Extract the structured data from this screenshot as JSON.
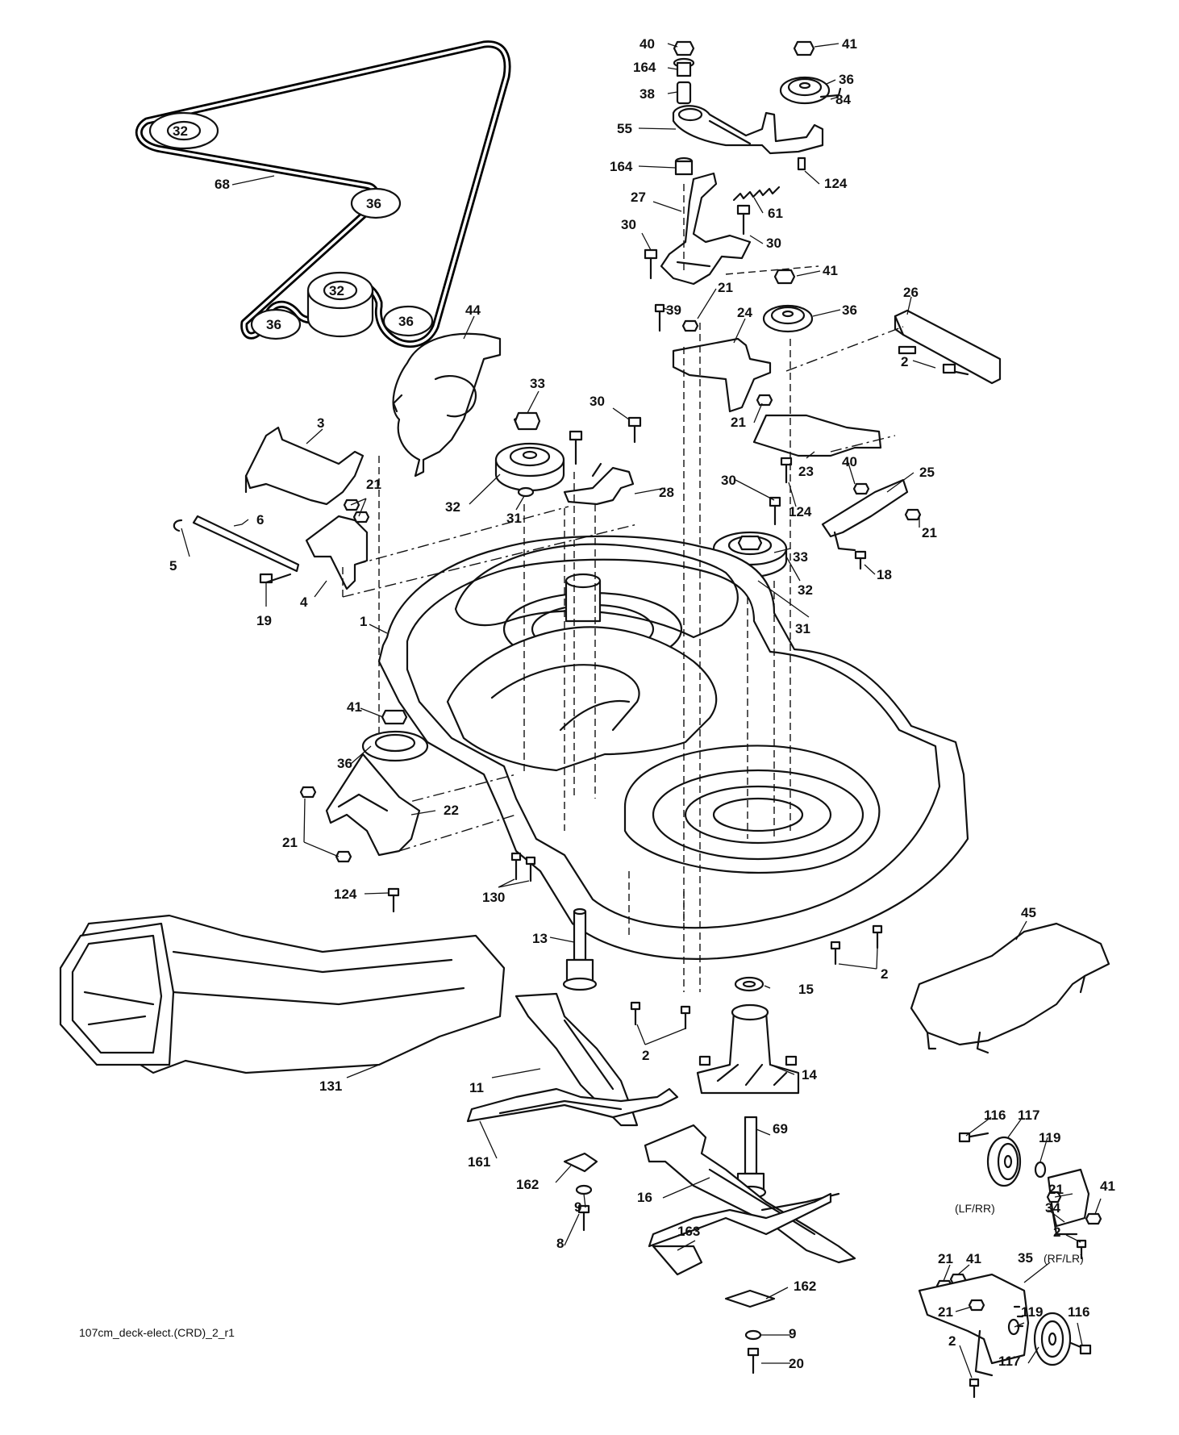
{
  "footer_text": "107cm_deck-elect.(CRD)_2_r1",
  "callouts": {
    "c40a": "40",
    "c41a": "41",
    "c164a": "164",
    "c36a": "36",
    "c38": "38",
    "c84": "84",
    "c55": "55",
    "c164b": "164",
    "c124a": "124",
    "c68": "68",
    "c27": "27",
    "c61": "61",
    "c30a": "30",
    "c30b": "30",
    "c41b": "41",
    "c21a": "21",
    "c39": "39",
    "c44": "44",
    "c26": "26",
    "c24": "24",
    "c36b": "36",
    "c2a": "2",
    "c33a": "33",
    "c30c": "30",
    "c21b": "21",
    "c3": "3",
    "c23": "23",
    "c40b": "40",
    "c25": "25",
    "c21c": "21",
    "c28": "28",
    "c32a": "32",
    "c31a": "31",
    "c30d": "30",
    "c124b": "124",
    "c6": "6",
    "c21d": "21",
    "c33b": "33",
    "c5": "5",
    "c32b": "32",
    "c18": "18",
    "c4": "4",
    "c19": "19",
    "c31b": "31",
    "c1": "1",
    "c41c": "41",
    "c36c": "36",
    "c22": "22",
    "c21e": "21",
    "c124c": "124",
    "c130": "130",
    "c45": "45",
    "c13": "13",
    "c2b": "2",
    "c15": "15",
    "c2c": "2",
    "c14": "14",
    "c131": "131",
    "c11": "11",
    "c69": "69",
    "c116a": "116",
    "c117a": "117",
    "c119a": "119",
    "c161": "161",
    "c21f": "21",
    "c41d": "41",
    "c162a": "162",
    "c34": "34",
    "c16": "16",
    "c9a": "9",
    "c2d": "2",
    "c8": "8",
    "c163": "163",
    "c21g": "21",
    "c41e": "41",
    "c35": "35",
    "c21h": "21",
    "c119b": "119",
    "c116b": "116",
    "c162b": "162",
    "c2e": "2",
    "c9b": "9",
    "c117b": "117",
    "c20": "20"
  },
  "variant_labels": {
    "lf_rr": "(LF/RR)",
    "rf_lr": "(RF/LR)"
  },
  "belt_pulley_labels": {
    "p32_top": "32",
    "p36_mid": "36",
    "p32_low": "32",
    "p36_left": "36",
    "p36_right": "36"
  }
}
